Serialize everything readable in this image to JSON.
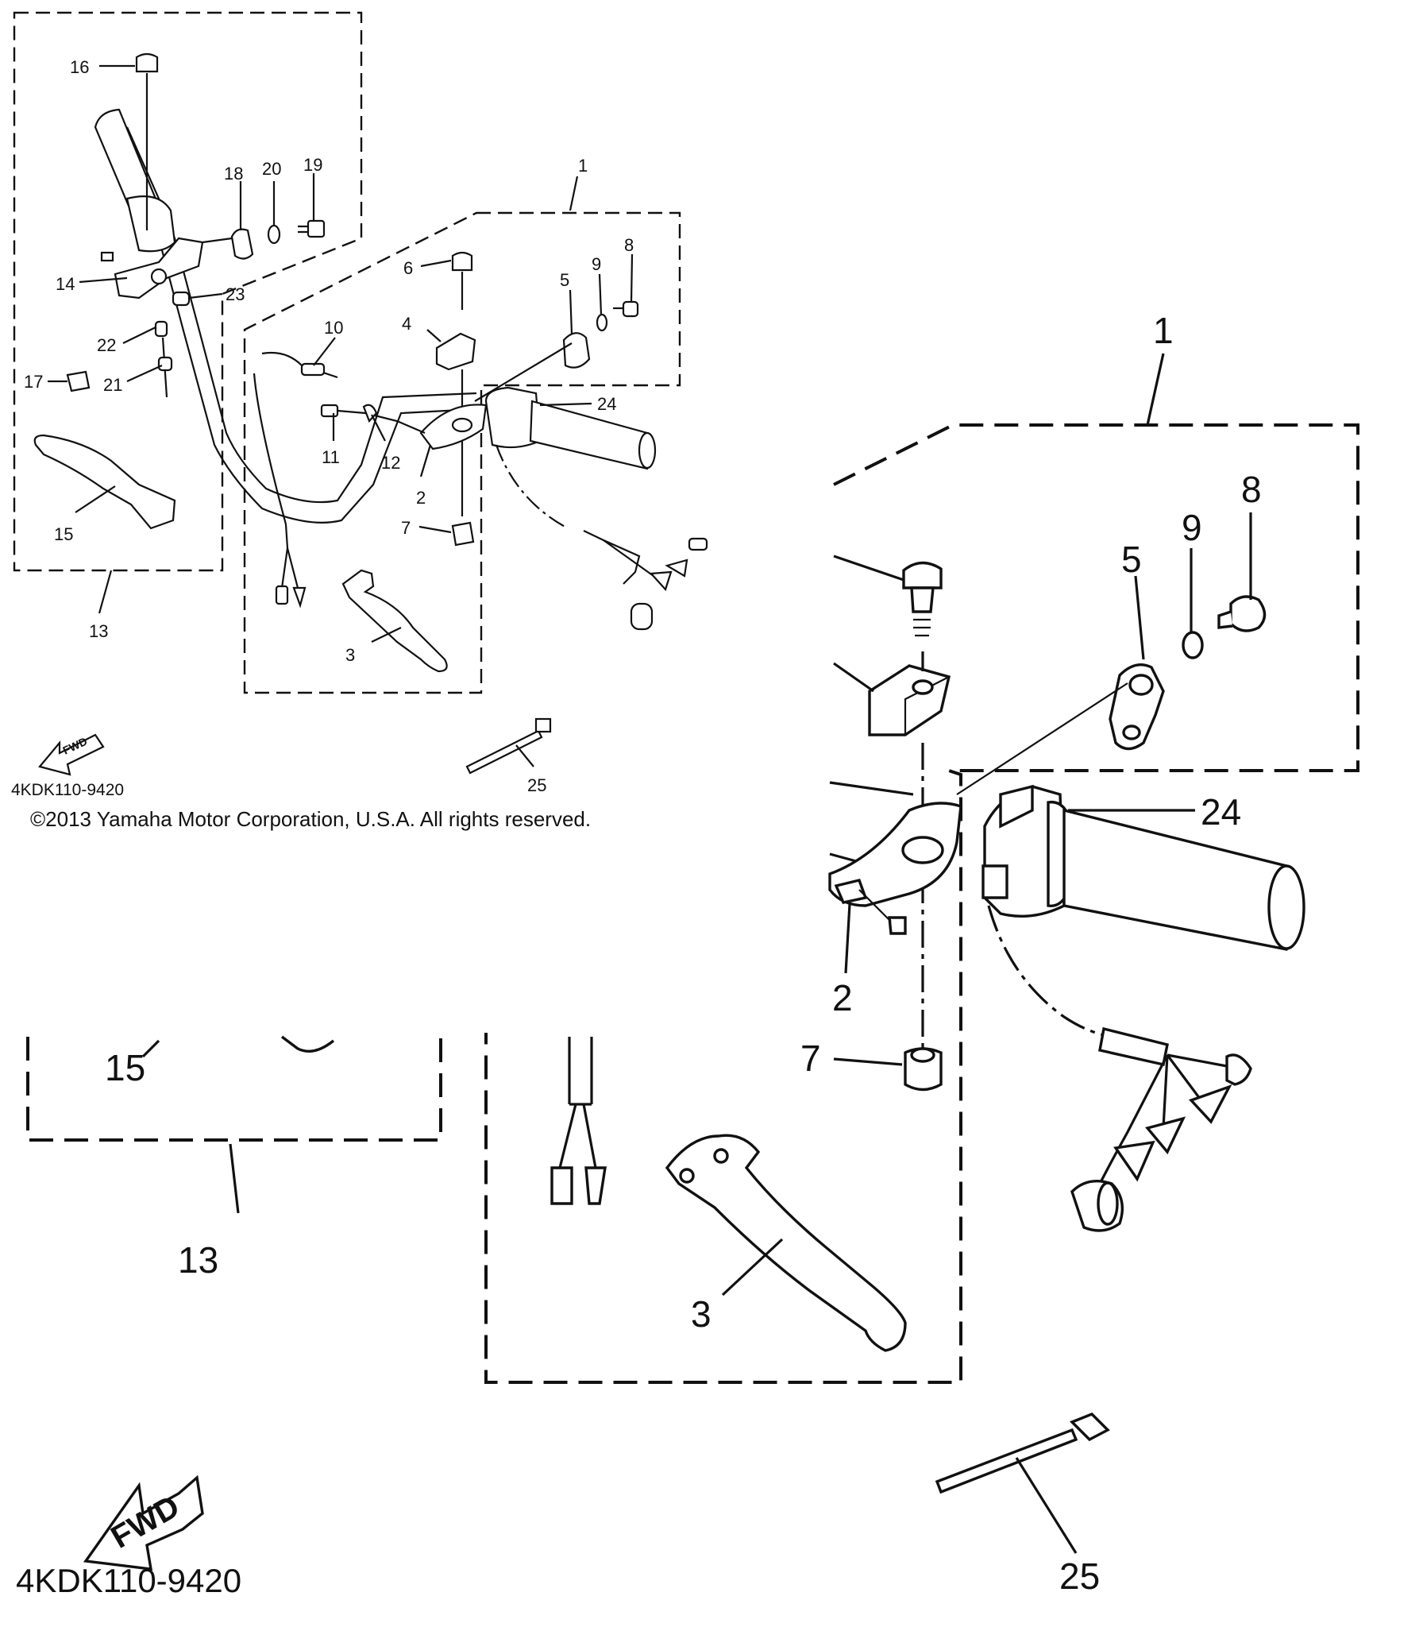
{
  "diagram": {
    "copyright": "©2013 Yamaha Motor Corporation, U.S.A. All rights reserved.",
    "part_code": "4KDK110-9420",
    "fwd_label": "FWD",
    "overview_labels": {
      "p1": "1",
      "p2": "2",
      "p3": "3",
      "p4": "4",
      "p5": "5",
      "p6": "6",
      "p7": "7",
      "p8": "8",
      "p9": "9",
      "p10": "10",
      "p11": "11",
      "p12": "12",
      "p13": "13",
      "p14": "14",
      "p15": "15",
      "p16": "16",
      "p17": "17",
      "p18": "18",
      "p19": "19",
      "p20": "20",
      "p21": "21",
      "p22": "22",
      "p23": "23",
      "p24": "24",
      "p25": "25"
    },
    "zoom_labels": {
      "p1": "1",
      "p2": "2",
      "p3": "3",
      "p5": "5",
      "p7": "7",
      "p8": "8",
      "p9": "9",
      "p13": "13",
      "p15": "15",
      "p24": "24",
      "p25": "25"
    }
  }
}
